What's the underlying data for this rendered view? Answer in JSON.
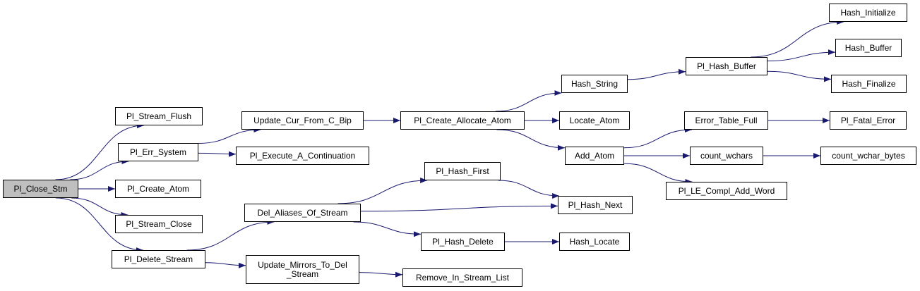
{
  "colors": {
    "edge": "#191970",
    "root_fill": "#bfbfbf",
    "node_fill": "#ffffff",
    "node_border": "#000000"
  },
  "nodes": {
    "n_close_stm": "Pl_Close_Stm",
    "n_stream_flush": "Pl_Stream_Flush",
    "n_err_system": "Pl_Err_System",
    "n_create_atom": "Pl_Create_Atom",
    "n_stream_close": "Pl_Stream_Close",
    "n_delete_stream": "Pl_Delete_Stream",
    "n_update_cur": "Update_Cur_From_C_Bip",
    "n_execute_cont": "Pl_Execute_A_Continuation",
    "n_del_aliases": "Del_Aliases_Of_Stream",
    "n_update_mirrors": "Update_Mirrors_To_Del\n_Stream",
    "n_create_allocate": "Pl_Create_Allocate_Atom",
    "n_hash_first": "Pl_Hash_First",
    "n_hash_delete": "Pl_Hash_Delete",
    "n_remove_in_stream": "Remove_In_Stream_List",
    "n_hash_string": "Hash_String",
    "n_locate_atom": "Locate_Atom",
    "n_add_atom": "Add_Atom",
    "n_hash_next": "Pl_Hash_Next",
    "n_hash_locate": "Hash_Locate",
    "n_pl_hash_buffer": "Pl_Hash_Buffer",
    "n_error_table_full": "Error_Table_Full",
    "n_count_wchars": "count_wchars",
    "n_le_compl": "Pl_LE_Compl_Add_Word",
    "n_hash_initialize": "Hash_Initialize",
    "n_hash_buffer": "Hash_Buffer",
    "n_hash_finalize": "Hash_Finalize",
    "n_fatal_error": "Pl_Fatal_Error",
    "n_count_wchar_bytes": "count_wchar_bytes"
  },
  "edges": [
    [
      "n_close_stm",
      "n_stream_flush"
    ],
    [
      "n_close_stm",
      "n_err_system"
    ],
    [
      "n_close_stm",
      "n_create_atom"
    ],
    [
      "n_close_stm",
      "n_stream_close"
    ],
    [
      "n_close_stm",
      "n_delete_stream"
    ],
    [
      "n_err_system",
      "n_update_cur"
    ],
    [
      "n_err_system",
      "n_execute_cont"
    ],
    [
      "n_update_cur",
      "n_create_allocate"
    ],
    [
      "n_create_allocate",
      "n_hash_string"
    ],
    [
      "n_create_allocate",
      "n_locate_atom"
    ],
    [
      "n_create_allocate",
      "n_add_atom"
    ],
    [
      "n_hash_string",
      "n_pl_hash_buffer"
    ],
    [
      "n_pl_hash_buffer",
      "n_hash_initialize"
    ],
    [
      "n_pl_hash_buffer",
      "n_hash_buffer"
    ],
    [
      "n_pl_hash_buffer",
      "n_hash_finalize"
    ],
    [
      "n_add_atom",
      "n_error_table_full"
    ],
    [
      "n_add_atom",
      "n_count_wchars"
    ],
    [
      "n_add_atom",
      "n_le_compl"
    ],
    [
      "n_error_table_full",
      "n_fatal_error"
    ],
    [
      "n_count_wchars",
      "n_count_wchar_bytes"
    ],
    [
      "n_delete_stream",
      "n_del_aliases"
    ],
    [
      "n_delete_stream",
      "n_update_mirrors"
    ],
    [
      "n_del_aliases",
      "n_hash_first"
    ],
    [
      "n_del_aliases",
      "n_hash_next"
    ],
    [
      "n_del_aliases",
      "n_hash_delete"
    ],
    [
      "n_hash_first",
      "n_hash_next"
    ],
    [
      "n_hash_delete",
      "n_hash_locate"
    ],
    [
      "n_update_mirrors",
      "n_remove_in_stream"
    ]
  ]
}
